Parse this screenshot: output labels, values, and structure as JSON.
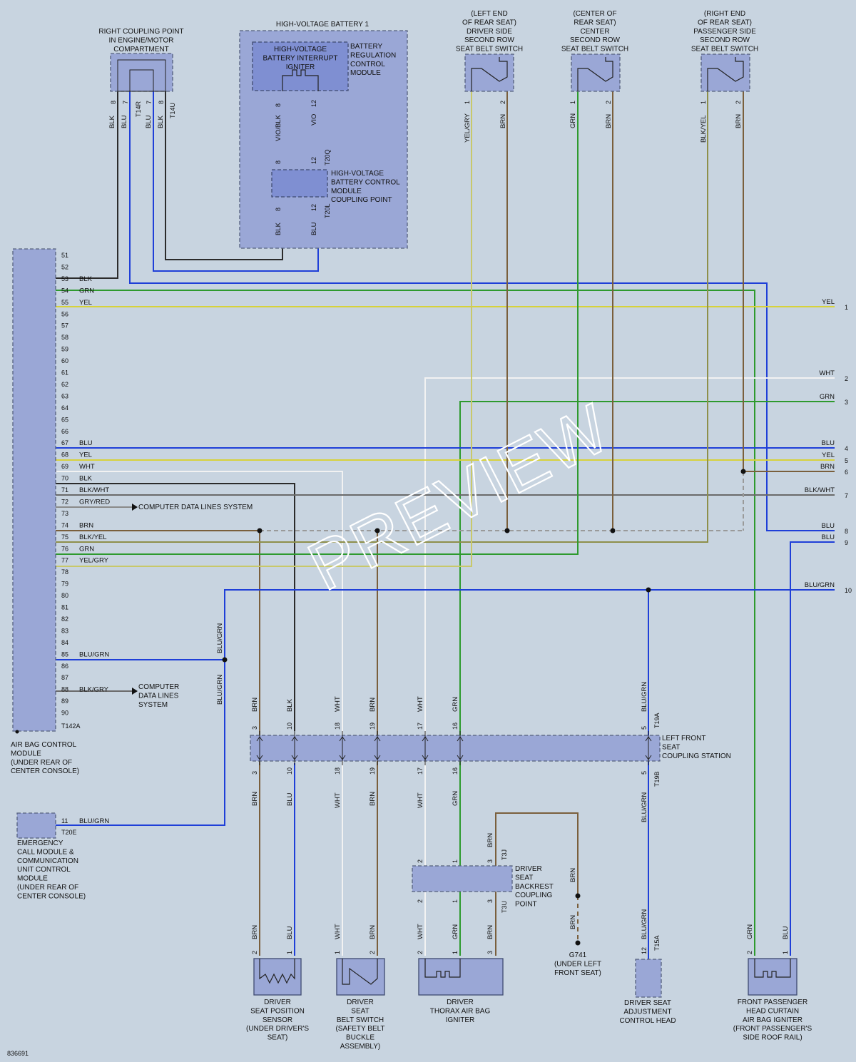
{
  "components": {
    "right_coupling": "RIGHT COUPLING POINT\nIN ENGINE/MOTOR\nCOMPARTMENT",
    "hv_battery_title": "HIGH-VOLTAGE BATTERY 1",
    "hv_igniter": "HIGH-VOLTAGE\nBATTERY INTERRUPT\nIGNITER",
    "battery_regulation": "BATTERY\nREGULATION\nCONTROL\nMODULE",
    "hv_coupling": "HIGH-VOLTAGE\nBATTERY CONTROL\nMODULE\nCOUPLING POINT",
    "left_rear_switch": "(LEFT END\nOF REAR SEAT)\nDRIVER SIDE\nSECOND ROW\nSEAT BELT SWITCH",
    "center_rear_switch": "(CENTER OF\nREAR SEAT)\nCENTER\nSECOND ROW\nSEAT BELT SWITCH",
    "right_rear_switch": "(RIGHT END\nOF REAR SEAT)\nPASSENGER SIDE\nSECOND ROW\nSEAT BELT SWITCH",
    "airbag_module": "AIR BAG CONTROL\nMODULE\n(UNDER REAR OF\nCENTER CONSOLE)",
    "emergency_module": "EMERGENCY\nCALL MODULE &\nCOMMUNICATION\nUNIT CONTROL\nMODULE\n(UNDER REAR OF\nCENTER CONSOLE)",
    "left_front_station": "LEFT FRONT\nSEAT\nCOUPLING STATION",
    "backrest_point": "DRIVER\nSEAT\nBACKREST\nCOUPLING\nPOINT",
    "ground": "G741\n(UNDER LEFT\nFRONT SEAT)",
    "seat_position": "DRIVER\nSEAT POSITION\nSENSOR\n(UNDER DRIVER'S\nSEAT)",
    "belt_switch": "DRIVER\nSEAT\nBELT SWITCH\n(SAFETY BELT\nBUCKLE\nASSEMBLY)",
    "thorax_igniter": "DRIVER\nTHORAX AIR BAG\nIGNITER",
    "seat_adjust": "DRIVER SEAT\nADJUSTMENT\nCONTROL HEAD",
    "curtain_igniter": "FRONT PASSENGER\nHEAD CURTAIN\nAIR BAG IGNITER\n(FRONT PASSENGER'S\nSIDE ROOF RAIL)"
  },
  "connectors": {
    "t14r": "T14R",
    "t14u": "T14U",
    "t20q": "T20Q",
    "t20l": "T20L",
    "t142a": "T142A",
    "t20e": "T20E",
    "t19a": "T19A",
    "t19b": "T19B",
    "t3j": "T3J",
    "t3u": "T3U",
    "t15a": "T15A"
  },
  "airbag_pins": [
    "51",
    "52",
    "53",
    "54",
    "55",
    "56",
    "57",
    "58",
    "59",
    "60",
    "61",
    "62",
    "63",
    "64",
    "65",
    "66",
    "67",
    "68",
    "69",
    "70",
    "71",
    "72",
    "73",
    "74",
    "75",
    "76",
    "77",
    "78",
    "79",
    "80",
    "81",
    "82",
    "83",
    "84",
    "85",
    "86",
    "87",
    "88",
    "89",
    "90"
  ],
  "airbag_pin_wires": {
    "53": "BLK",
    "54": "GRN",
    "55": "YEL",
    "67": "BLU",
    "68": "YEL",
    "69": "WHT",
    "70": "BLK",
    "71": "BLK/WHT",
    "72": "GRY/RED",
    "74": "BRN",
    "75": "BLK/YEL",
    "76": "GRN",
    "77": "YEL/GRY",
    "85": "BLU/GRN",
    "88": "BLK/GRY"
  },
  "computer_data_1": "COMPUTER DATA LINES SYSTEM",
  "computer_data_2": "COMPUTER\nDATA LINES\nSYSTEM",
  "right_outputs": [
    {
      "num": "1",
      "label": "YEL"
    },
    {
      "num": "2",
      "label": "WHT"
    },
    {
      "num": "3",
      "label": "GRN"
    },
    {
      "num": "4",
      "label": "BLU"
    },
    {
      "num": "5",
      "label": "YEL"
    },
    {
      "num": "6",
      "label": "BRN"
    },
    {
      "num": "7",
      "label": "BLK/WHT"
    },
    {
      "num": "8",
      "label": "BLU"
    },
    {
      "num": "9",
      "label": "BLU"
    },
    {
      "num": "10",
      "label": "BLU/GRN"
    }
  ],
  "emergency_pin": {
    "num": "11",
    "label": "BLU/GRN"
  },
  "figure_id": "836691",
  "watermark": "PREVIEW",
  "colors": {
    "BLK": "#2b2b2b",
    "BLU": "#1f3fd8",
    "GRN": "#2e9a2e",
    "YEL": "#d7d23a",
    "BRN": "#7a5f3c",
    "WHT": "#f2f2f2",
    "VIO": "#c94fc6",
    "GRY": "#8a8a8a"
  }
}
